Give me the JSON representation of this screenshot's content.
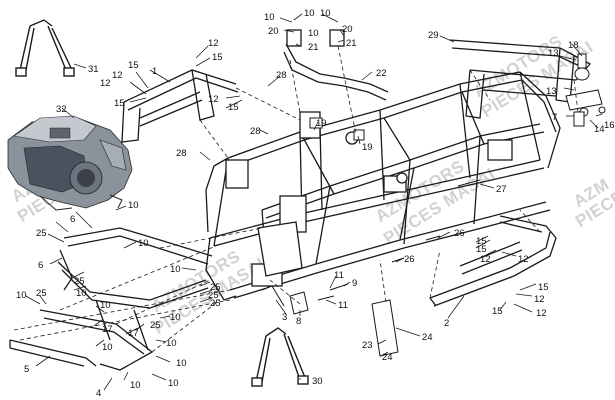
{
  "watermarks": [
    "AZMOTORS",
    "PIECES MASAI",
    "AZM",
    "PIECES"
  ],
  "part_numbers": [
    "1",
    "2",
    "3",
    "4",
    "5",
    "6",
    "7",
    "8",
    "9",
    "10",
    "11",
    "12",
    "13",
    "14",
    "15",
    "16",
    "17",
    "18",
    "19",
    "20",
    "21",
    "22",
    "23",
    "24",
    "25",
    "26",
    "27",
    "28",
    "29",
    "30",
    "31",
    "32"
  ],
  "colors": {
    "line": "#1a1a1a",
    "watermark": "#d2d2d2",
    "engine_dark": "#4a5260",
    "engine_mid": "#8a929c",
    "engine_light": "#c4c9cf"
  }
}
